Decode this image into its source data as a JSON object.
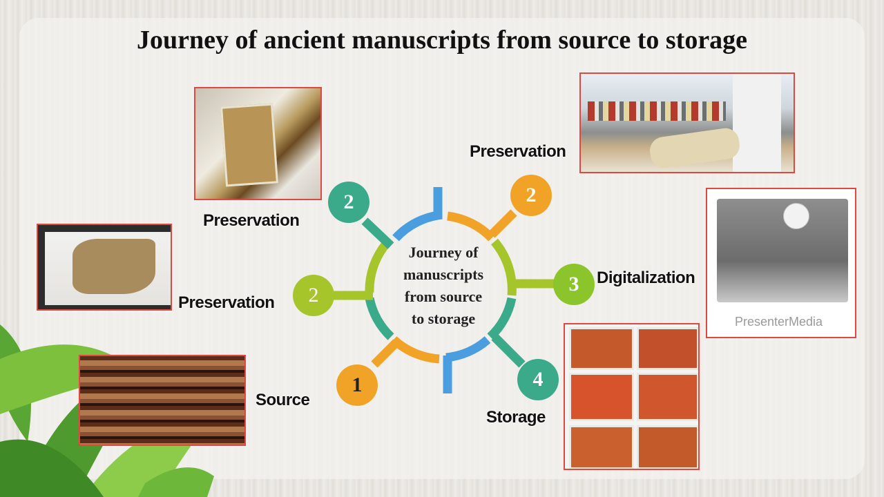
{
  "title": "Journey of ancient manuscripts from source to storage",
  "center_text": [
    "Journey of",
    "manuscripts",
    "from source",
    "to storage"
  ],
  "steps": [
    {
      "number": "2",
      "label": "Preservation",
      "color": "#3aaa8a"
    },
    {
      "number": "2",
      "label": "Preservation",
      "color": "#f0a326"
    },
    {
      "number": "2",
      "label": "Preservation",
      "color": "#a6c52b"
    },
    {
      "number": "3",
      "label": "Digitalization",
      "color": "#8cc52b"
    },
    {
      "number": "1",
      "label": "Source",
      "color": "#f0a326"
    },
    {
      "number": "4",
      "label": "Storage",
      "color": "#3aaa8a"
    }
  ],
  "watermark": "PresenterMedia",
  "colors": {
    "teal": "#3aaa8a",
    "orange": "#f0a326",
    "green": "#a6c52b",
    "blue": "#4a9ee0",
    "frame": "#e0473e"
  }
}
